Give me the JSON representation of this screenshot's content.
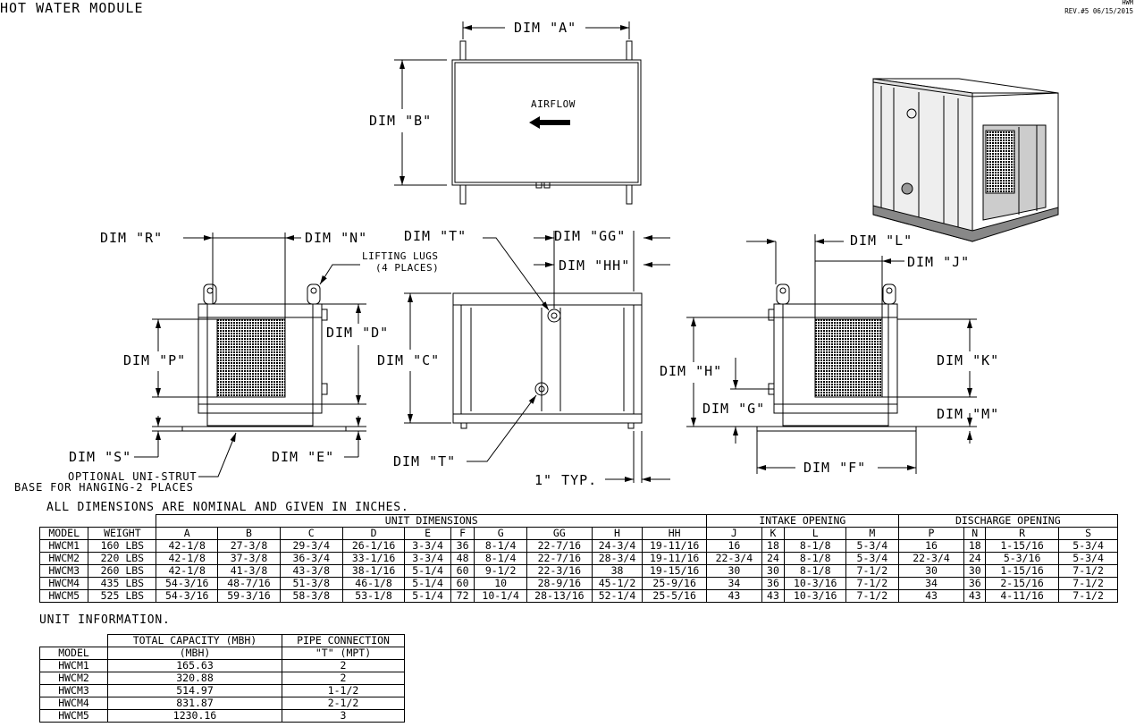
{
  "header": {
    "title": "HOT WATER MODULE",
    "code": "HWM",
    "revision": "REV.#5  06/15/2015"
  },
  "labels": {
    "dim_a": "DIM \"A\"",
    "dim_b": "DIM \"B\"",
    "airflow": "AIRFLOW",
    "dim_r": "DIM \"R\"",
    "dim_n": "DIM \"N\"",
    "lifting_lugs_1": "LIFTING LUGS",
    "lifting_lugs_2": "(4 PLACES)",
    "dim_t_top": "DIM \"T\"",
    "dim_gg": "DIM \"GG\"",
    "dim_hh": "DIM \"HH\"",
    "dim_l": "DIM \"L\"",
    "dim_j": "DIM \"J\"",
    "dim_d": "DIM \"D\"",
    "dim_p": "DIM \"P\"",
    "dim_c": "DIM \"C\"",
    "dim_h": "DIM \"H\"",
    "dim_k": "DIM \"K\"",
    "dim_g": "DIM \"G\"",
    "dim_m": "DIM \"M\"",
    "dim_s": "DIM \"S\"",
    "dim_e": "DIM \"E\"",
    "dim_t_bottom": "DIM \"T\"",
    "typ": "1\" TYP.",
    "dim_f": "DIM \"F\"",
    "unistrut_1": "OPTIONAL UNI-STRUT",
    "unistrut_2": "BASE FOR HANGING-2 PLACES"
  },
  "dimensions_table": {
    "caption": "ALL DIMENSIONS ARE NOMINAL AND GIVEN IN INCHES.",
    "groups": [
      "UNIT DIMENSIONS",
      "INTAKE OPENING",
      "DISCHARGE OPENING"
    ],
    "columns": [
      "MODEL",
      "WEIGHT",
      "A",
      "B",
      "C",
      "D",
      "E",
      "F",
      "G",
      "GG",
      "H",
      "HH",
      "J",
      "K",
      "L",
      "M",
      "P",
      "N",
      "R",
      "S"
    ],
    "rows": [
      [
        "HWCM1",
        "160 LBS",
        "42-1/8",
        "27-3/8",
        "29-3/4",
        "26-1/16",
        "3-3/4",
        "36",
        "8-1/4",
        "22-7/16",
        "24-3/4",
        "19-11/16",
        "16",
        "18",
        "8-1/8",
        "5-3/4",
        "16",
        "18",
        "1-15/16",
        "5-3/4"
      ],
      [
        "HWCM2",
        "220 LBS",
        "42-1/8",
        "37-3/8",
        "36-3/4",
        "33-1/16",
        "3-3/4",
        "48",
        "8-1/4",
        "22-7/16",
        "28-3/4",
        "19-11/16",
        "22-3/4",
        "24",
        "8-1/8",
        "5-3/4",
        "22-3/4",
        "24",
        "5-3/16",
        "5-3/4"
      ],
      [
        "HWCM3",
        "260 LBS",
        "42-1/8",
        "41-3/8",
        "43-3/8",
        "38-1/16",
        "5-1/4",
        "60",
        "9-1/2",
        "22-3/16",
        "38",
        "19-15/16",
        "30",
        "30",
        "8-1/8",
        "7-1/2",
        "30",
        "30",
        "1-15/16",
        "7-1/2"
      ],
      [
        "HWCM4",
        "435 LBS",
        "54-3/16",
        "48-7/16",
        "51-3/8",
        "46-1/8",
        "5-1/4",
        "60",
        "10",
        "28-9/16",
        "45-1/2",
        "25-9/16",
        "34",
        "36",
        "10-3/16",
        "7-1/2",
        "34",
        "36",
        "2-15/16",
        "7-1/2"
      ],
      [
        "HWCM5",
        "525 LBS",
        "54-3/16",
        "59-3/16",
        "58-3/8",
        "53-1/8",
        "5-1/4",
        "72",
        "10-1/4",
        "28-13/16",
        "52-1/4",
        "25-5/16",
        "43",
        "43",
        "10-3/16",
        "7-1/2",
        "43",
        "43",
        "4-11/16",
        "7-1/2"
      ]
    ]
  },
  "unit_information": {
    "caption": "UNIT INFORMATION.",
    "headers": [
      "TOTAL CAPACITY (MBH)",
      "PIPE CONNECTION"
    ],
    "subheaders": [
      "MODEL",
      "(MBH)",
      "\"T\" (MPT)"
    ],
    "rows": [
      [
        "HWCM1",
        "165.63",
        "2"
      ],
      [
        "HWCM2",
        "320.88",
        "2"
      ],
      [
        "HWCM3",
        "514.97",
        "1-1/2"
      ],
      [
        "HWCM4",
        "831.87",
        "2-1/2"
      ],
      [
        "HWCM5",
        "1230.16",
        "3"
      ]
    ]
  }
}
